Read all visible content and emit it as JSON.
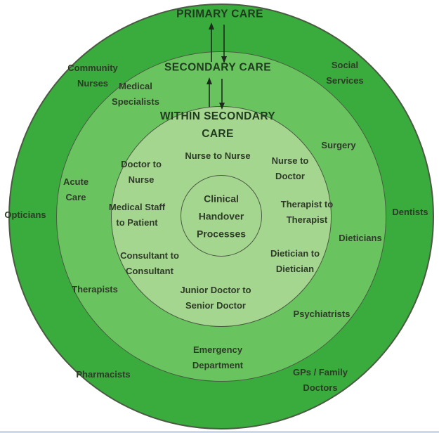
{
  "colors": {
    "ring_outer": "#3aab3d",
    "ring_middle": "#69c45f",
    "ring_inner": "#a5d68f",
    "stroke": "#4a5a43",
    "heading_text": "#1f3a1f",
    "label_text": "#2e3b28"
  },
  "rings": {
    "primary": {
      "heading": "PRIMARY CARE",
      "labels": {
        "community_nurses": "Community\nNurses",
        "social_services": "Social\nServices",
        "opticians": "Opticians",
        "dentists": "Dentists",
        "pharmacists": "Pharmacists",
        "gps_family_doctors": "GPs / Family\nDoctors"
      }
    },
    "secondary": {
      "heading": "SECONDARY CARE",
      "labels": {
        "medical_specialists": "Medical\nSpecialists",
        "surgery": "Surgery",
        "acute_care": "Acute\nCare",
        "dieticians": "Dieticians",
        "therapists": "Therapists",
        "psychiatrists": "Psychiatrists",
        "emergency_department": "Emergency\nDepartment"
      }
    },
    "within_secondary": {
      "heading": "WITHIN SECONDARY\nCARE",
      "labels": {
        "nurse_to_nurse": "Nurse to Nurse",
        "doctor_to_nurse": "Doctor to\nNurse",
        "nurse_to_doctor": "Nurse to\nDoctor",
        "medical_staff_to_patient": "Medical Staff\nto Patient",
        "therapist_to_therapist": "Therapist to\nTherapist",
        "consultant_to_consultant": "Consultant to\nConsultant",
        "dietician_to_dietician": "Dietician to\nDietician",
        "junior_to_senior_doctor": "Junior Doctor to\nSenior Doctor"
      }
    }
  },
  "center": {
    "label": "Clinical\nHandover\nProcesses"
  }
}
